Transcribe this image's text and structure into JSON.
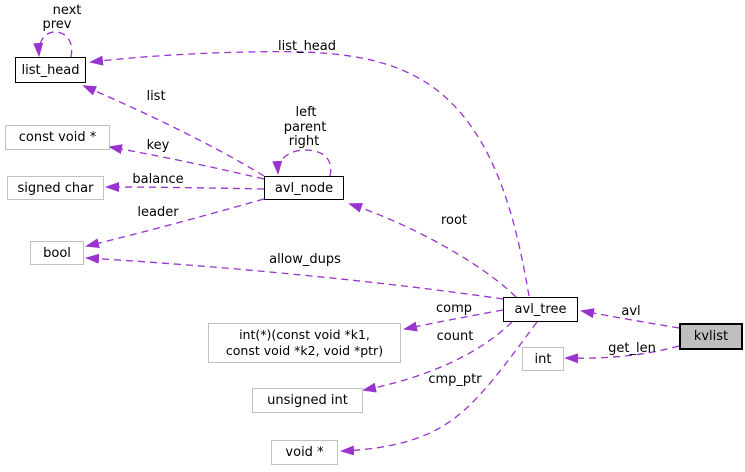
{
  "colors": {
    "edge": "#9a32cd",
    "strong_border": "#000000",
    "weak_border": "#c0c0c0",
    "node_fill": "#ffffff",
    "highlight_fill": "#bfbfbf",
    "text": "#000000",
    "background": "#ffffff"
  },
  "nodes": {
    "list_head": {
      "label": "list_head"
    },
    "const_void_ptr": {
      "label": "const void *"
    },
    "signed_char": {
      "label": "signed char"
    },
    "bool": {
      "label": "bool"
    },
    "avl_node": {
      "label": "avl_node"
    },
    "comp_fn": {
      "line1": "int(*)(const void *k1,",
      "line2": "const void *k2, void *ptr)"
    },
    "unsigned_int": {
      "label": "unsigned int"
    },
    "void_ptr": {
      "label": "void *"
    },
    "avl_tree": {
      "label": "avl_tree"
    },
    "int_type": {
      "label": "int"
    },
    "kvlist": {
      "label": "kvlist"
    }
  },
  "edge_labels": {
    "next": "next",
    "prev": "prev",
    "list_head_ref": "list_head",
    "list": "list",
    "left": "left",
    "parent": "parent",
    "right": "right",
    "key": "key",
    "balance": "balance",
    "leader": "leader",
    "allow_dups": "allow_dups",
    "root": "root",
    "comp": "comp",
    "count": "count",
    "cmp_ptr": "cmp_ptr",
    "avl": "avl",
    "get_len": "get_len"
  }
}
